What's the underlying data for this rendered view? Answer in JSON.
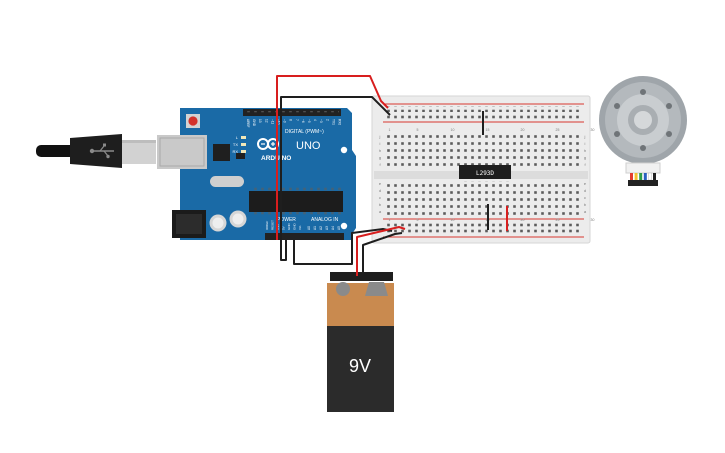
{
  "colors": {
    "background": "#ffffff",
    "arduino_board": "#1a6aa6",
    "arduino_dark": "#0f4f82",
    "header_black": "#222222",
    "wire_red": "#d81e1e",
    "wire_black": "#1e1e1e",
    "breadboard": "#ececec",
    "rail_red": "#d9372f",
    "rail_blue": "#2f62b8",
    "battery_top": "#c98a4f",
    "battery_body": "#2b2b2b",
    "battery_terminal": "#8a8a8a",
    "motor_body": "#9fa5aa"
  },
  "arduino": {
    "brand": "ARDUINO",
    "model": "UNO",
    "digital_header_label": "DIGITAL (PWM~)",
    "power_header_label": "POWER",
    "analog_header_label": "ANALOG IN",
    "tx_label": "TX",
    "rx_label": "RX",
    "l_label": "L",
    "on_label": "ON",
    "digital_pin_labels": [
      "AREF",
      "GND",
      "13",
      "12",
      "~11",
      "~10",
      "~9",
      "8",
      "7",
      "~6",
      "~5",
      "4",
      "~3",
      "2",
      "TX1",
      "RX0"
    ],
    "power_pin_labels": [
      "IOREF",
      "RESET",
      "3.3V",
      "5V",
      "GND",
      "GND",
      "Vin"
    ],
    "analog_pin_labels": [
      "A0",
      "A1",
      "A2",
      "A3",
      "A4",
      "A5"
    ],
    "icons": {
      "usb_connector": "usb-plug-icon",
      "reset_button": "reset-button-icon",
      "logo": "infinity-logo-icon"
    }
  },
  "breadboard": {
    "chip_label": "L293D",
    "row_labels_top": [
      "j",
      "i",
      "h",
      "g",
      "f"
    ],
    "row_labels_bottom": [
      "e",
      "d",
      "c",
      "b",
      "a"
    ],
    "column_numbers": [
      "1",
      "5",
      "10",
      "15",
      "20",
      "25",
      "30"
    ]
  },
  "battery": {
    "label": "9V"
  },
  "motor": {
    "icon": "dc-gear-motor-icon",
    "connector_wire_colors": [
      "#e33b2e",
      "#f2c12e",
      "#2e9c4a",
      "#2a5fbf",
      "#ffffff",
      "#222222"
    ]
  }
}
